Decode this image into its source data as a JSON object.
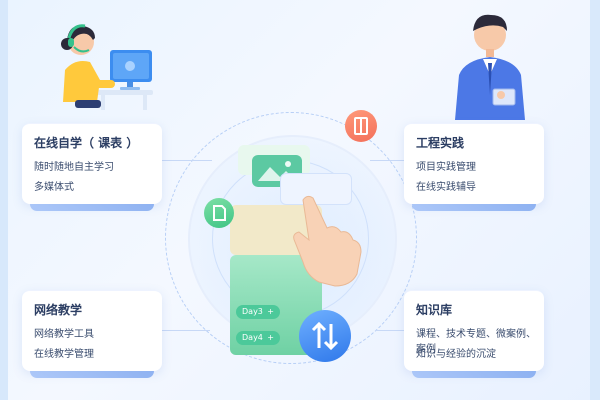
{
  "cards": {
    "online_study": {
      "title": "在线自学（ 课表 ）",
      "lines": [
        "随时随地自主学习",
        "多媒体式"
      ]
    },
    "engineering": {
      "title": "工程实践",
      "lines": [
        "项目实践管理",
        "在线实践辅导"
      ]
    },
    "network_teaching": {
      "title": "网络教学",
      "lines": [
        "网络教学工具",
        "在线教学管理"
      ]
    },
    "knowledge_base": {
      "title": "知识库",
      "lines": [
        "课程、技术专题、微案例、案例",
        "知识与经验的沉淀"
      ]
    }
  },
  "illustration": {
    "day_labels": [
      "Day3",
      "Day4"
    ],
    "plus_glyph": "+"
  },
  "colors": {
    "card_accent": "#7aa4ef",
    "green_tile": "#7bd9a8",
    "orange_icon": "#f36f5a",
    "blue_icon": "#2f78ea"
  },
  "icons": [
    "headset-person-icon",
    "computer-monitor-icon",
    "businessman-icon",
    "document-icon",
    "notebook-icon",
    "sort-arrows-icon",
    "image-card-icon",
    "hand-pointer-icon"
  ]
}
